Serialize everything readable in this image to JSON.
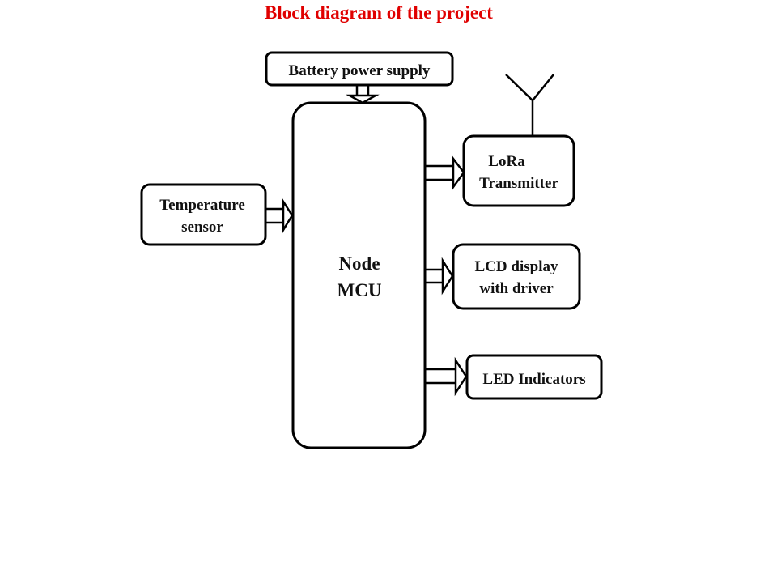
{
  "title": "Block diagram of the project",
  "title_color": "#e00000",
  "blocks": {
    "battery": {
      "label": "Battery power supply"
    },
    "temperature": {
      "line1": "Temperature",
      "line2": "sensor"
    },
    "mcu": {
      "line1": "Node",
      "line2": "MCU"
    },
    "lora": {
      "line1": "LoRa",
      "line2": "Transmitter"
    },
    "lcd": {
      "line1": "LCD display",
      "line2": "with driver"
    },
    "led": {
      "label": "LED Indicators"
    }
  },
  "connections": [
    {
      "from": "Battery power supply",
      "to": "Node MCU"
    },
    {
      "from": "Temperature sensor",
      "to": "Node MCU"
    },
    {
      "from": "Node MCU",
      "to": "LoRa Transmitter"
    },
    {
      "from": "Node MCU",
      "to": "LCD display with driver"
    },
    {
      "from": "Node MCU",
      "to": "LED Indicators"
    }
  ],
  "icons": {
    "antenna": "antenna-icon"
  }
}
